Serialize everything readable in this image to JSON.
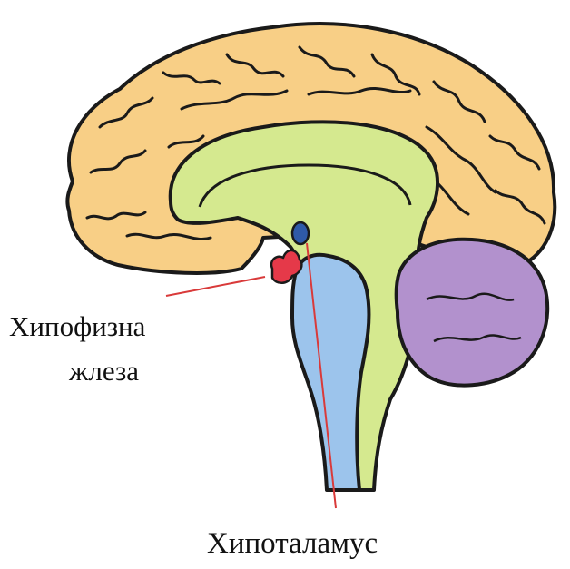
{
  "labels": {
    "pituitary_line1": "Хипофизна",
    "pituitary_line2": "жлеза",
    "hypothalamus": "Хипоталамус"
  },
  "colors": {
    "cerebrum": "#f8cf86",
    "corpus_callosum_region": "#d5e98f",
    "brainstem": "#9cc4ec",
    "cerebellum": "#b291cd",
    "pituitary": "#e53949",
    "hypothalamus_dot": "#2f5aa8",
    "pointer_line": "#d93a3a",
    "outline": "#1a1a1a"
  }
}
